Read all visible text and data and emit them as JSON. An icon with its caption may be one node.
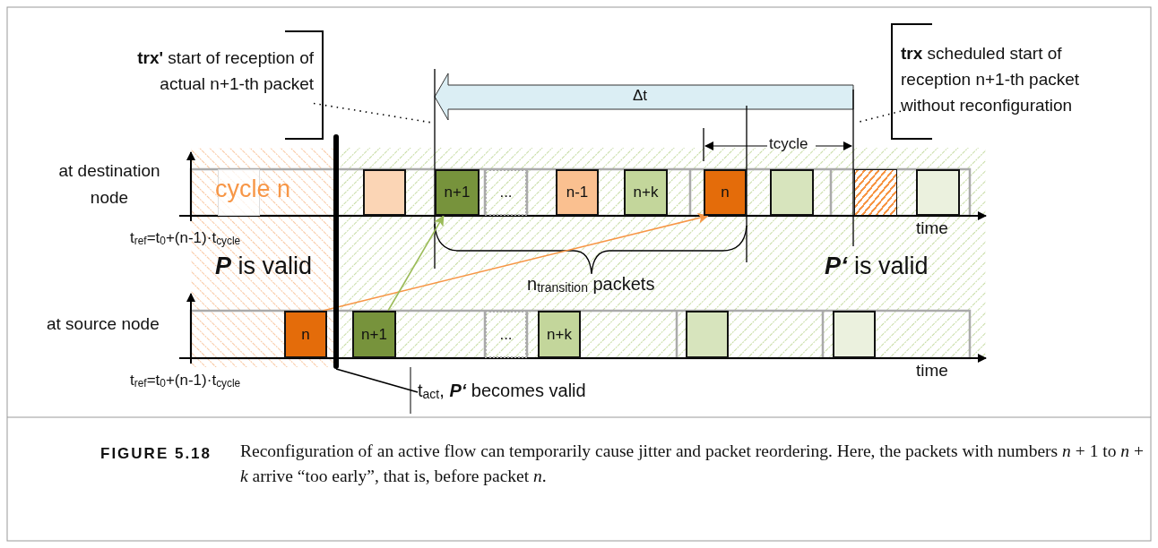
{
  "diagram": {
    "caption": "Reconfiguration of an active flow can temporarily cause jitter and packet reordering. Here, the packets with numbers *n* + 1 to *n* + *k* arrive “too early”, that is, before packet *n*.",
    "nodes": [
      {
        "text": [
          "**trx'** start of reception of actual n+1-th packet"
        ]
      },
      {
        "text": [
          "**trx** scheduled start of reception n+1-th packet without reconfiguration"
        ]
      },
      {
        "text": [],
        "shape": "box"
      },
      {
        "text": [],
        "shape": "box"
      },
      {
        "text": [
          "n+1"
        ]
      },
      {
        "text": [
          "..."
        ]
      },
      {
        "text": [
          "n-1"
        ]
      },
      {
        "text": [
          "n+k"
        ]
      },
      {
        "text": [
          "n"
        ]
      },
      {
        "text": [],
        "shape": "box"
      },
      {
        "text": [],
        "shape": "box"
      },
      {
        "text": [],
        "shape": "box"
      },
      {
        "text": [
          "n"
        ]
      },
      {
        "text": [
          "n+1"
        ]
      },
      {
        "text": [
          "..."
        ]
      },
      {
        "text": [
          "n+k"
        ]
      },
      {
        "text": [],
        "shape": "box"
      },
      {
        "text": [],
        "shape": "box"
      },
      {
        "text": [
          "t$_{act}$, **P‘** becomes valid"
        ]
      },
      {
        "text": [],
        "shape": "bar"
      }
    ],
    "edges": [
      {
        "from": 12,
        "to": 8,
        "arrow": "to",
        "color": "#f79646"
      },
      {
        "from": 13,
        "to": 4,
        "arrow": "to",
        "color": "#9bbb59"
      },
      {
        "from": 0,
        "to": null,
        "arrow": "none",
        "style": "dashed"
      },
      {
        "from": 1,
        "to": null,
        "arrow": "none",
        "style": "dashed"
      },
      {
        "from": 18,
        "to": 19,
        "arrow": "none"
      }
    ],
    "labels": [
      "Δt",
      "tcycle",
      "at destination node",
      "cycle n",
      "time",
      "t$_{ref}$=t$_{0}$+(n-1)·t$_{cycle}$",
      "**P** is valid",
      "n$_{transition}$ packets",
      "**P‘** is valid",
      "at source node",
      "t$_{ref}$=t$_{0}$+(n-1)·t$_{cycle}$",
      "time",
      "FIGURE 5.18"
    ]
  }
}
